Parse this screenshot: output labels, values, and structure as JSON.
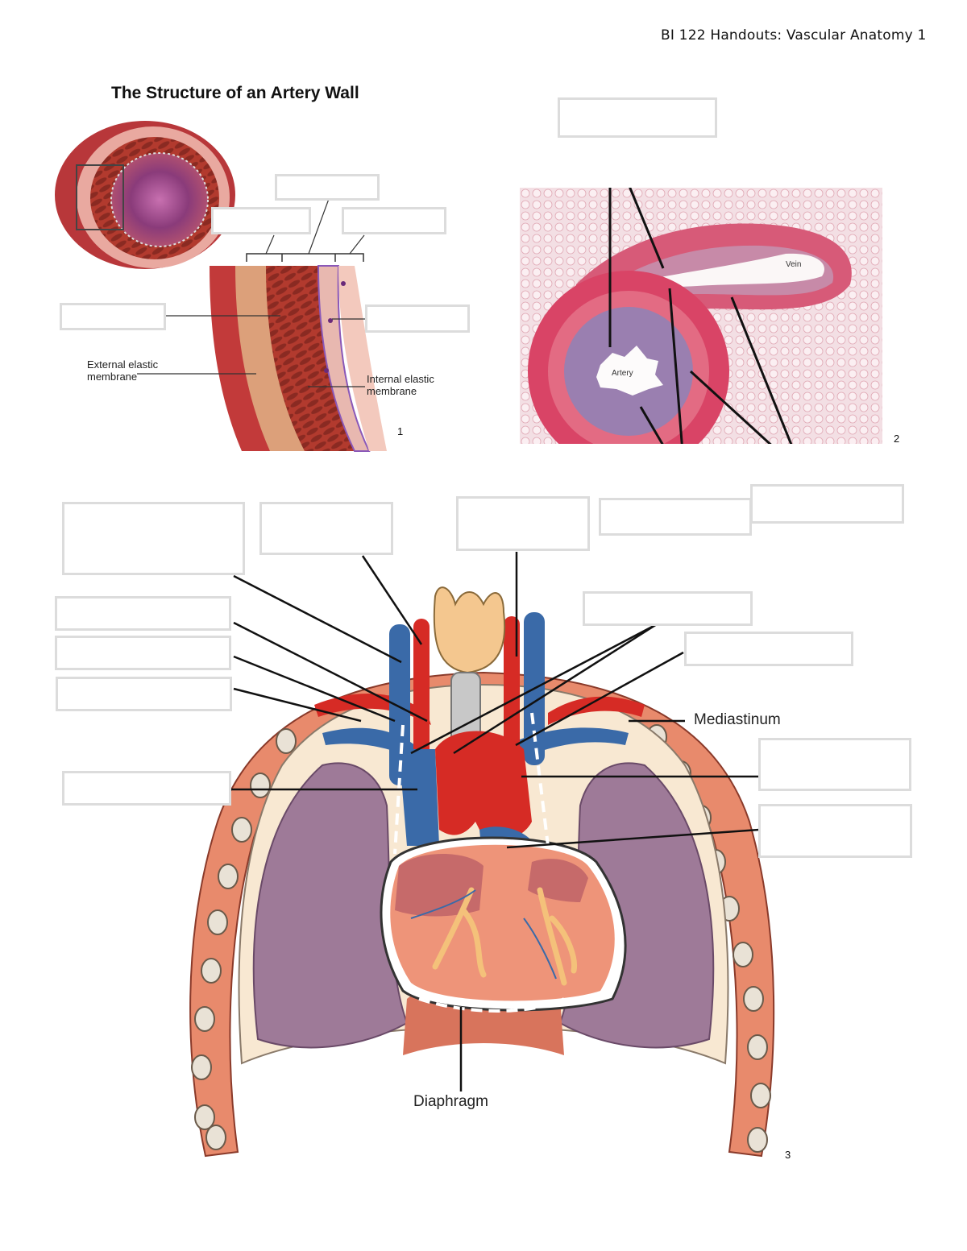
{
  "header": {
    "title": "BI 122 Handouts: Vascular Anatomy 1"
  },
  "figure1": {
    "title": "The Structure of an Artery Wall",
    "labels": {
      "external": "External elastic membrane",
      "external_line1": "External elastic",
      "external_line2": "membrane",
      "internal_line1": "Internal elastic",
      "internal_line2": "membrane"
    },
    "number": "1"
  },
  "figure2": {
    "vessel_labels": {
      "vein": "Vein",
      "artery": "Artery"
    },
    "number": "2"
  },
  "figure3": {
    "labels": {
      "mediastinum": "Mediastinum",
      "diaphragm": "Diaphragm"
    },
    "number": "3"
  },
  "colors": {
    "artery_red": "#d62b25",
    "vein_blue": "#3a6aa8",
    "pleura_cream": "#f8e8d2",
    "lung_purple": "#9a7a96",
    "heart_salmon": "#ee9479",
    "rib_orange": "#e78a6c",
    "blank_border": "#dcdcdc"
  }
}
